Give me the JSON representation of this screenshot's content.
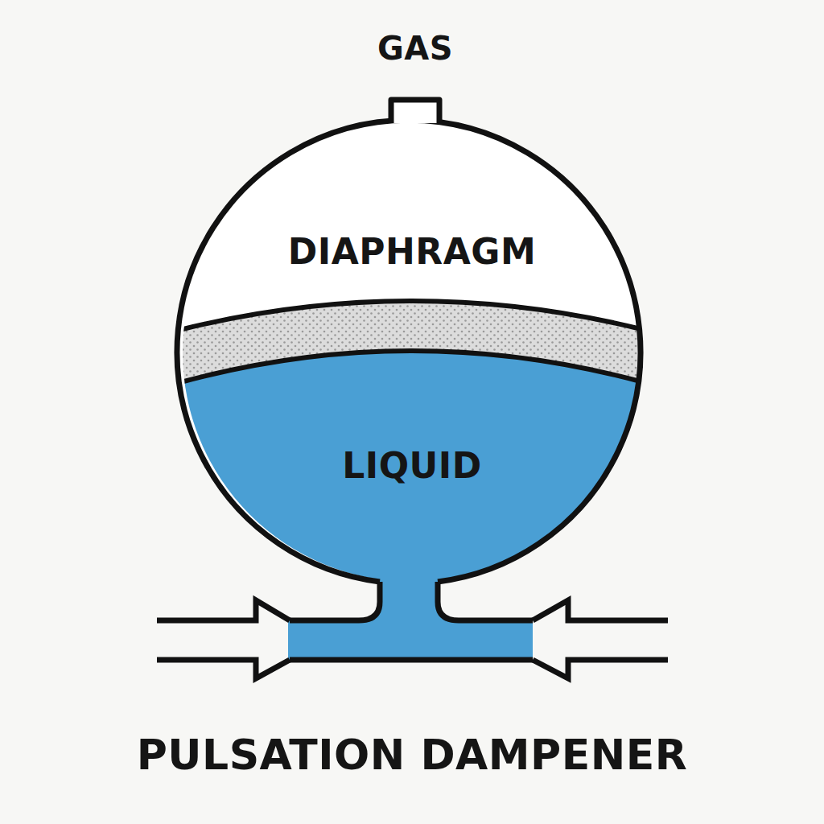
{
  "diagram": {
    "caption": "PULSATION DAMPENER",
    "labels": [
      "GAS",
      "DIAPHRAGM",
      "LIQUID"
    ]
  }
}
